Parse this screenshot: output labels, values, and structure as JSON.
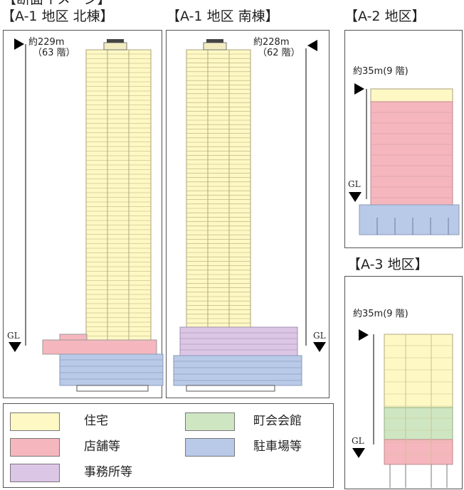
{
  "top_header": "【断面イメージ】",
  "headers": {
    "a1n": "【A-1 地区 北棟】",
    "a1s": "【A-1 地区 南棟】",
    "a2": "【A-2 地区】",
    "a3": "【A-3 地区】"
  },
  "buildings": {
    "a1n": {
      "height_line1": "約229m",
      "height_line2": "（63 階）"
    },
    "a1s": {
      "height_line1": "約228m",
      "height_line2": "（62 階）"
    },
    "a2": {
      "height": "約35m(9 階)"
    },
    "a3": {
      "height": "約35m(9 階)"
    }
  },
  "gl_label": "GL",
  "legend": [
    {
      "label": "住宅",
      "color": "#fdf8c4"
    },
    {
      "label": "町会会館",
      "color": "#cfe6c2"
    },
    {
      "label": "店舗等",
      "color": "#f6b6bd"
    },
    {
      "label": "駐車場等",
      "color": "#b9c9e8"
    },
    {
      "label": "事務所等",
      "color": "#dcc6e6"
    }
  ],
  "colors": {
    "residential": "#fdf8c4",
    "retail": "#f6b6bd",
    "office": "#dcc6e6",
    "community": "#cfe6c2",
    "parking": "#b9c9e8"
  }
}
